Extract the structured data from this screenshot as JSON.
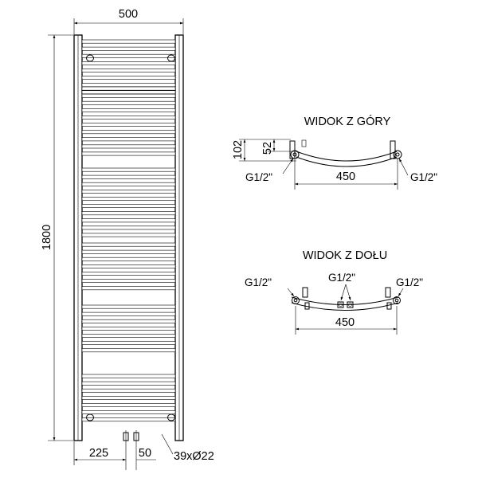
{
  "front_view": {
    "width_label": "500",
    "height_label": "1800",
    "left_offset_label": "225",
    "pipe_spacing_label": "50",
    "tubes_label": "39xØ22"
  },
  "top_view": {
    "title": "WIDOK Z GÓRY",
    "depth_label": "102",
    "offset_label": "52",
    "width_label": "450",
    "connection_left": "G1/2\"",
    "connection_right": "G1/2\""
  },
  "bottom_view": {
    "title": "WIDOK Z DOŁU",
    "width_label": "450",
    "connection_left": "G1/2\"",
    "connection_middle": "G1/2\"",
    "connection_right": "G1/2\""
  }
}
